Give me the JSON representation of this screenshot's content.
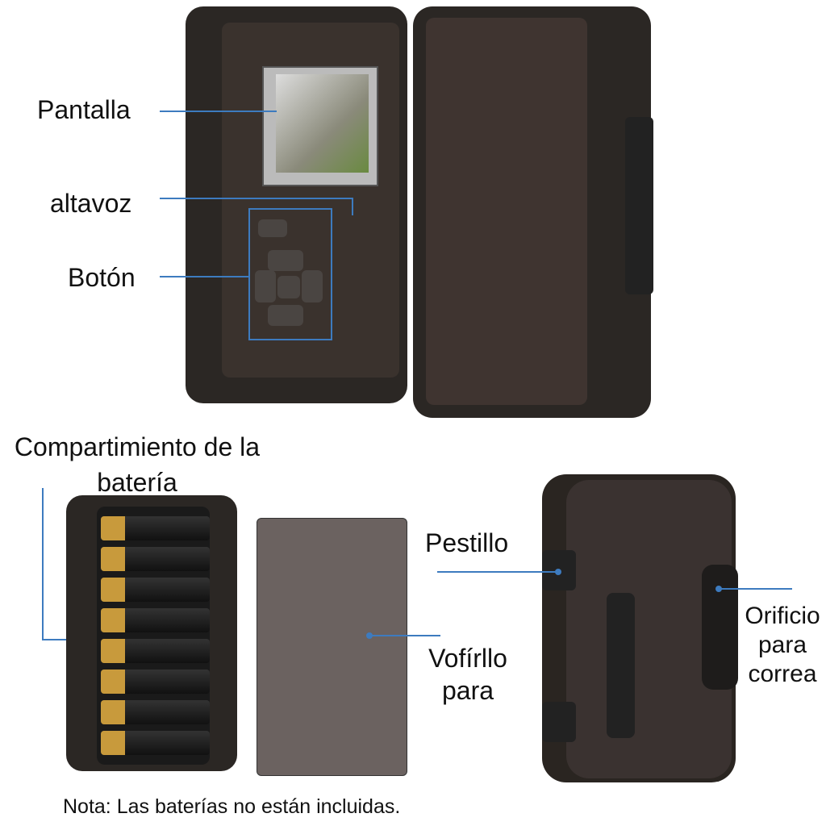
{
  "labels": {
    "screen": "Pantalla",
    "speaker": "altavoz",
    "button": "Botón",
    "battery_compartment": "Compartimiento de la batería",
    "latch": "Pestillo",
    "cover": "Vofírllo para",
    "strap_hole": "Orificio para correa"
  },
  "note": "Nota: Las baterías no están incluidas.",
  "colors": {
    "accent": "#3d7bbf",
    "device": "#2b2724"
  }
}
